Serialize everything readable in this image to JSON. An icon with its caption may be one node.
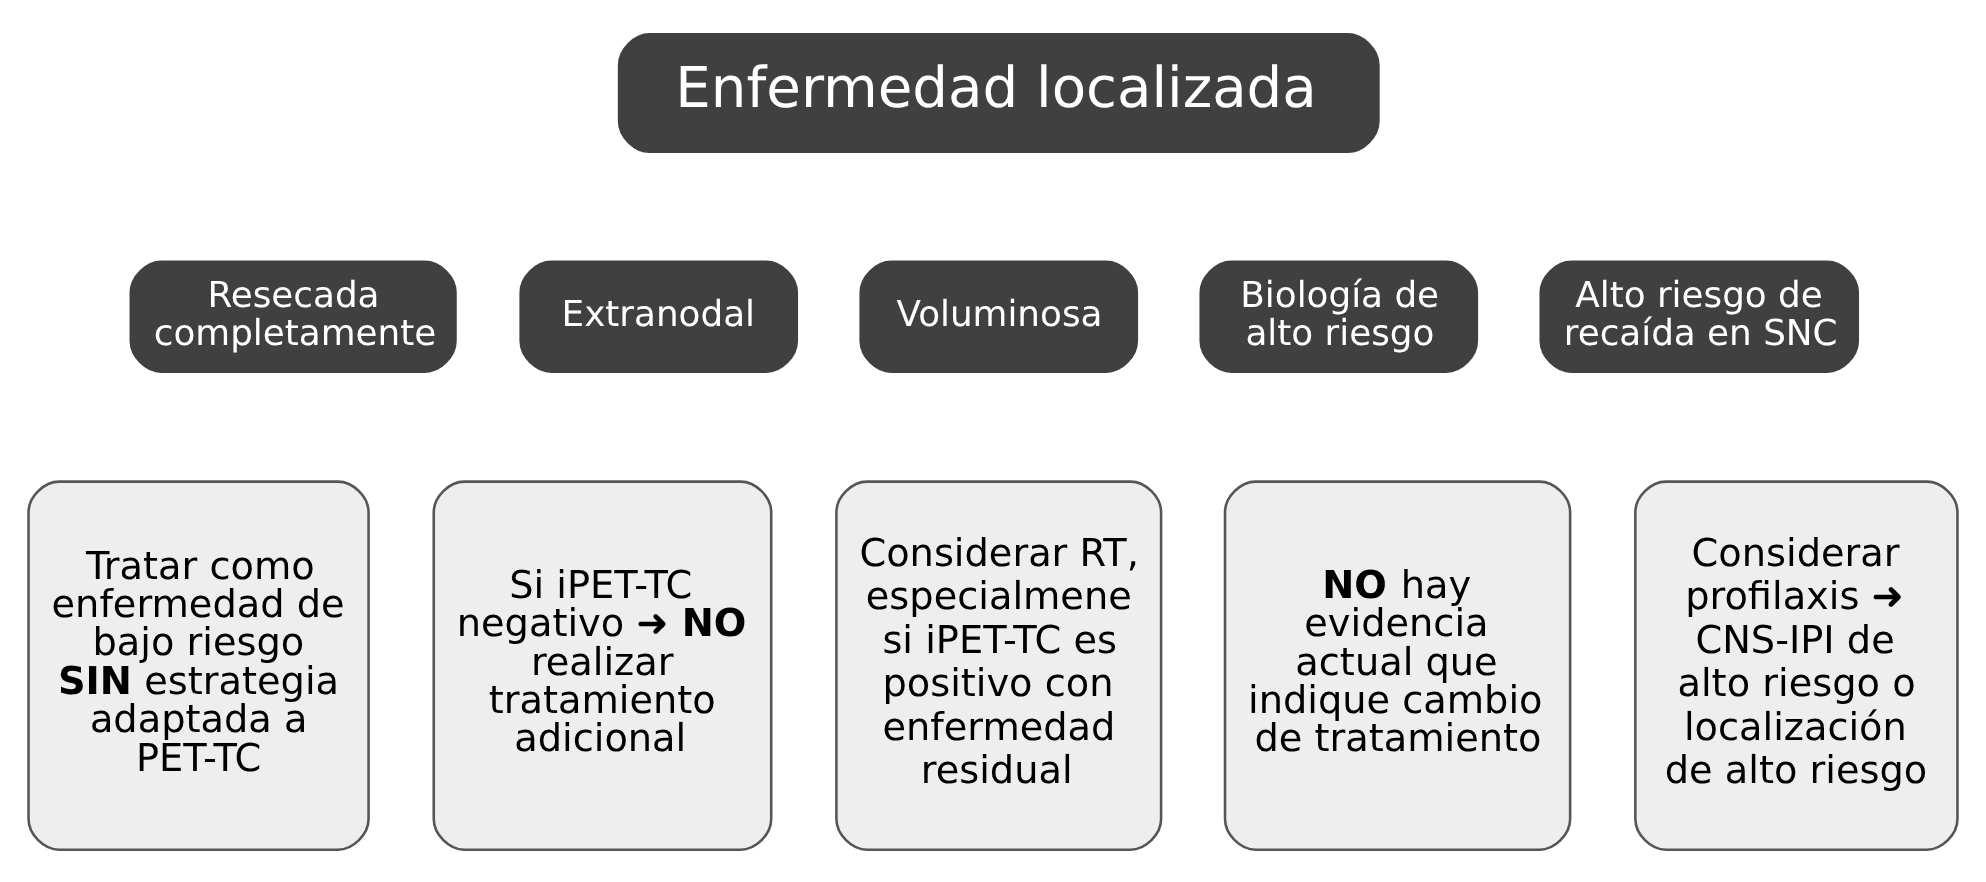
{
  "diagram": {
    "nodes": [
      {
        "text": [
          "Enfermedad localizada"
        ]
      },
      {
        "text": [
          "Resecada completamente"
        ]
      },
      {
        "text": [
          "Extranodal"
        ]
      },
      {
        "text": [
          "Voluminosa"
        ]
      },
      {
        "text": [
          "Biología de alto riesgo"
        ]
      },
      {
        "text": [
          "Alto riesgo de recaída en SNC"
        ]
      },
      {
        "text": [
          "Tratar como enfermedad de bajo riesgo **SIN** estrategia adaptada a PET-TC"
        ]
      },
      {
        "text": [
          "Si iPET-TC negativo ➜ **NO** realizar tratamiento adicional"
        ]
      },
      {
        "text": [
          "Considerar RT, especialmene si iPET-TC es positivo con enfermedad residual"
        ]
      },
      {
        "text": [
          "**NO** hay evidencia actual que indique cambio de tratamiento"
        ]
      },
      {
        "text": [
          "Considerar profilaxis ➜ CNS-IPI de alto riesgo o localización de alto riesgo"
        ]
      }
    ],
    "edges": []
  }
}
